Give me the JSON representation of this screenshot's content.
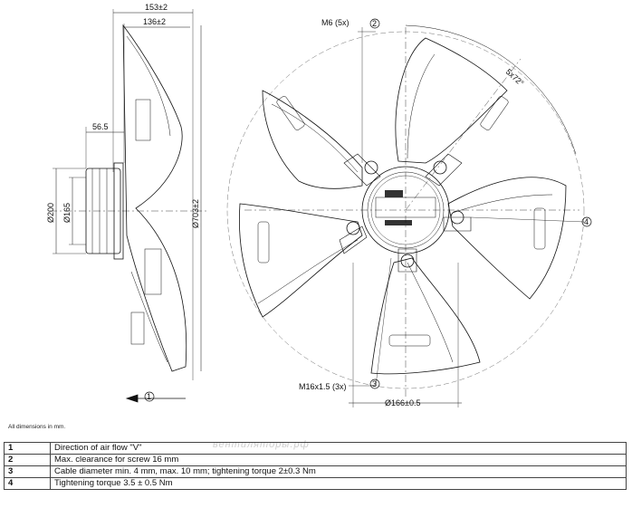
{
  "drawing": {
    "dimensions": {
      "width_overall": "153±2",
      "width_inner": "136±2",
      "hub_offset": "56.5",
      "dia_200": "Ø200",
      "dia_165": "Ø165",
      "dia_703": "Ø703±2",
      "thread_top": "M6 (5x)",
      "angle": "5x72°",
      "thread_bottom": "M16x1.5 (3x)",
      "dia_166": "Ø166±0.5"
    },
    "callouts": [
      "1",
      "2",
      "3",
      "4"
    ]
  },
  "note": "All dimensions in mm.",
  "legend": [
    {
      "num": "1",
      "text": "Direction of air flow \"V\""
    },
    {
      "num": "2",
      "text": "Max. clearance for screw 16 mm"
    },
    {
      "num": "3",
      "text": "Cable diameter min. 4 mm, max. 10 mm; tightening torque 2±0.3 Nm"
    },
    {
      "num": "4",
      "text": "Tightening torque 3.5 ± 0.5 Nm"
    }
  ],
  "watermark": "вентиляторы.рф"
}
